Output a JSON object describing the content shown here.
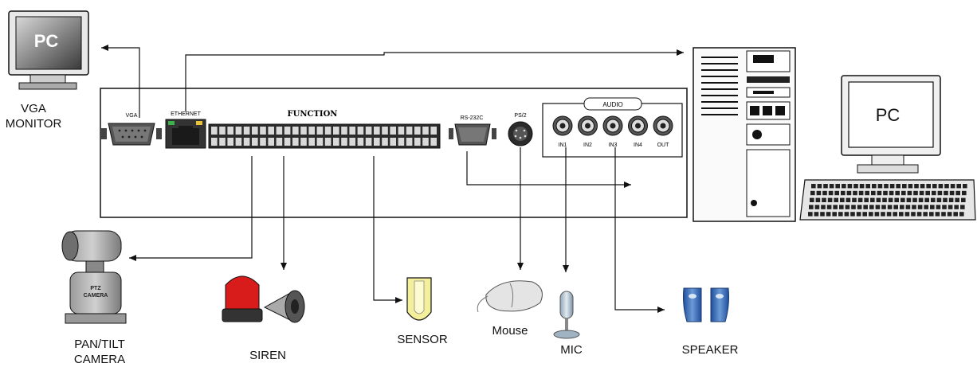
{
  "devices": {
    "vga_monitor": {
      "screen_text": "PC",
      "label_line1": "VGA",
      "label_line2": "MONITOR"
    },
    "pc": {
      "screen_text": "PC"
    },
    "camera": {
      "label_line1": "PAN/TILT",
      "label_line2": "CAMERA",
      "body_text_line1": "PTZ",
      "body_text_line2": "CAMERA"
    },
    "siren": {
      "label": "SIREN"
    },
    "sensor": {
      "label": "SENSOR"
    },
    "mouse": {
      "label": "Mouse"
    },
    "mic": {
      "label": "MIC"
    },
    "speaker": {
      "label": "SPEAKER"
    }
  },
  "panel": {
    "vga_label": "VGA",
    "ethernet_label": "ETHERNET",
    "function_label": "FUNCTION",
    "rs232_label": "RS-232C",
    "ps2_label": "PS/2",
    "audio_label": "AUDIO",
    "audio_ports": [
      "IN1",
      "IN2",
      "IN3",
      "IN4",
      "OUT"
    ]
  },
  "colors": {
    "line": "#111111",
    "siren_red": "#d81c1c",
    "sensor_yellow": "#f3ef9a",
    "speaker_blue": "#2f5fa8",
    "connector_dark": "#333333"
  }
}
